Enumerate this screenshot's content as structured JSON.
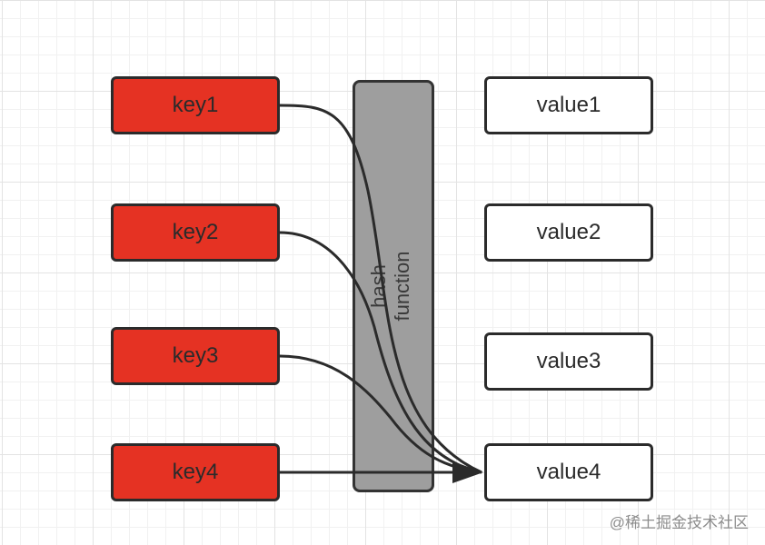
{
  "diagram": {
    "keys": [
      "key1",
      "key2",
      "key3",
      "key4"
    ],
    "values": [
      "value1",
      "value2",
      "value3",
      "value4"
    ],
    "hash_function": {
      "line1": "hash",
      "line2": "function"
    },
    "edges": [
      {
        "from": "key1",
        "to": "value4"
      },
      {
        "from": "key2",
        "to": "value4"
      },
      {
        "from": "key3",
        "to": "value4"
      },
      {
        "from": "key4",
        "to": "value4"
      }
    ],
    "colors": {
      "key_fill": "#e53223",
      "value_fill": "#ffffff",
      "hash_fill": "#9e9e9e",
      "stroke": "#2b2b2b"
    }
  },
  "watermark": "@稀土掘金技术社区"
}
